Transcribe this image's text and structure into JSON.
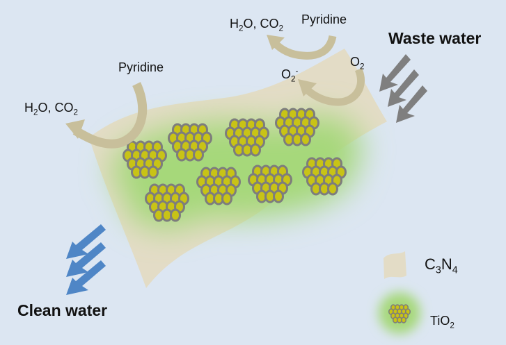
{
  "labels": {
    "pyridine_top": "Pyridine",
    "pyridine_left": "Pyridine",
    "waste_water": "Waste water",
    "clean_water": "Clean water"
  },
  "formulas": {
    "h2o": "H",
    "h2o_sub": "2",
    "h2o_end": "O, CO",
    "co2_sub": "2",
    "o2_base": "O",
    "o2_sub": "2",
    "o2_minus_sup": "-",
    "c_base": "C",
    "c_sub": "3",
    "n_base": "N",
    "n_sub": "4",
    "tio_base": "TiO",
    "tio_sub": "2"
  },
  "legend": {
    "c3n4_icon": "c3n4-sheet-icon",
    "tio2_icon": "tio2-cluster-icon"
  },
  "colors": {
    "background": "#dce6f2",
    "sheet": "#e3dcc6",
    "glow": "#a6d87a",
    "particle_fill": "#c8c316",
    "particle_stroke": "#7d7d7d",
    "waste_arrow": "#7f7f7f",
    "clean_arrow": "#4f86c6",
    "curved_arrow": "#c8bf9b"
  }
}
